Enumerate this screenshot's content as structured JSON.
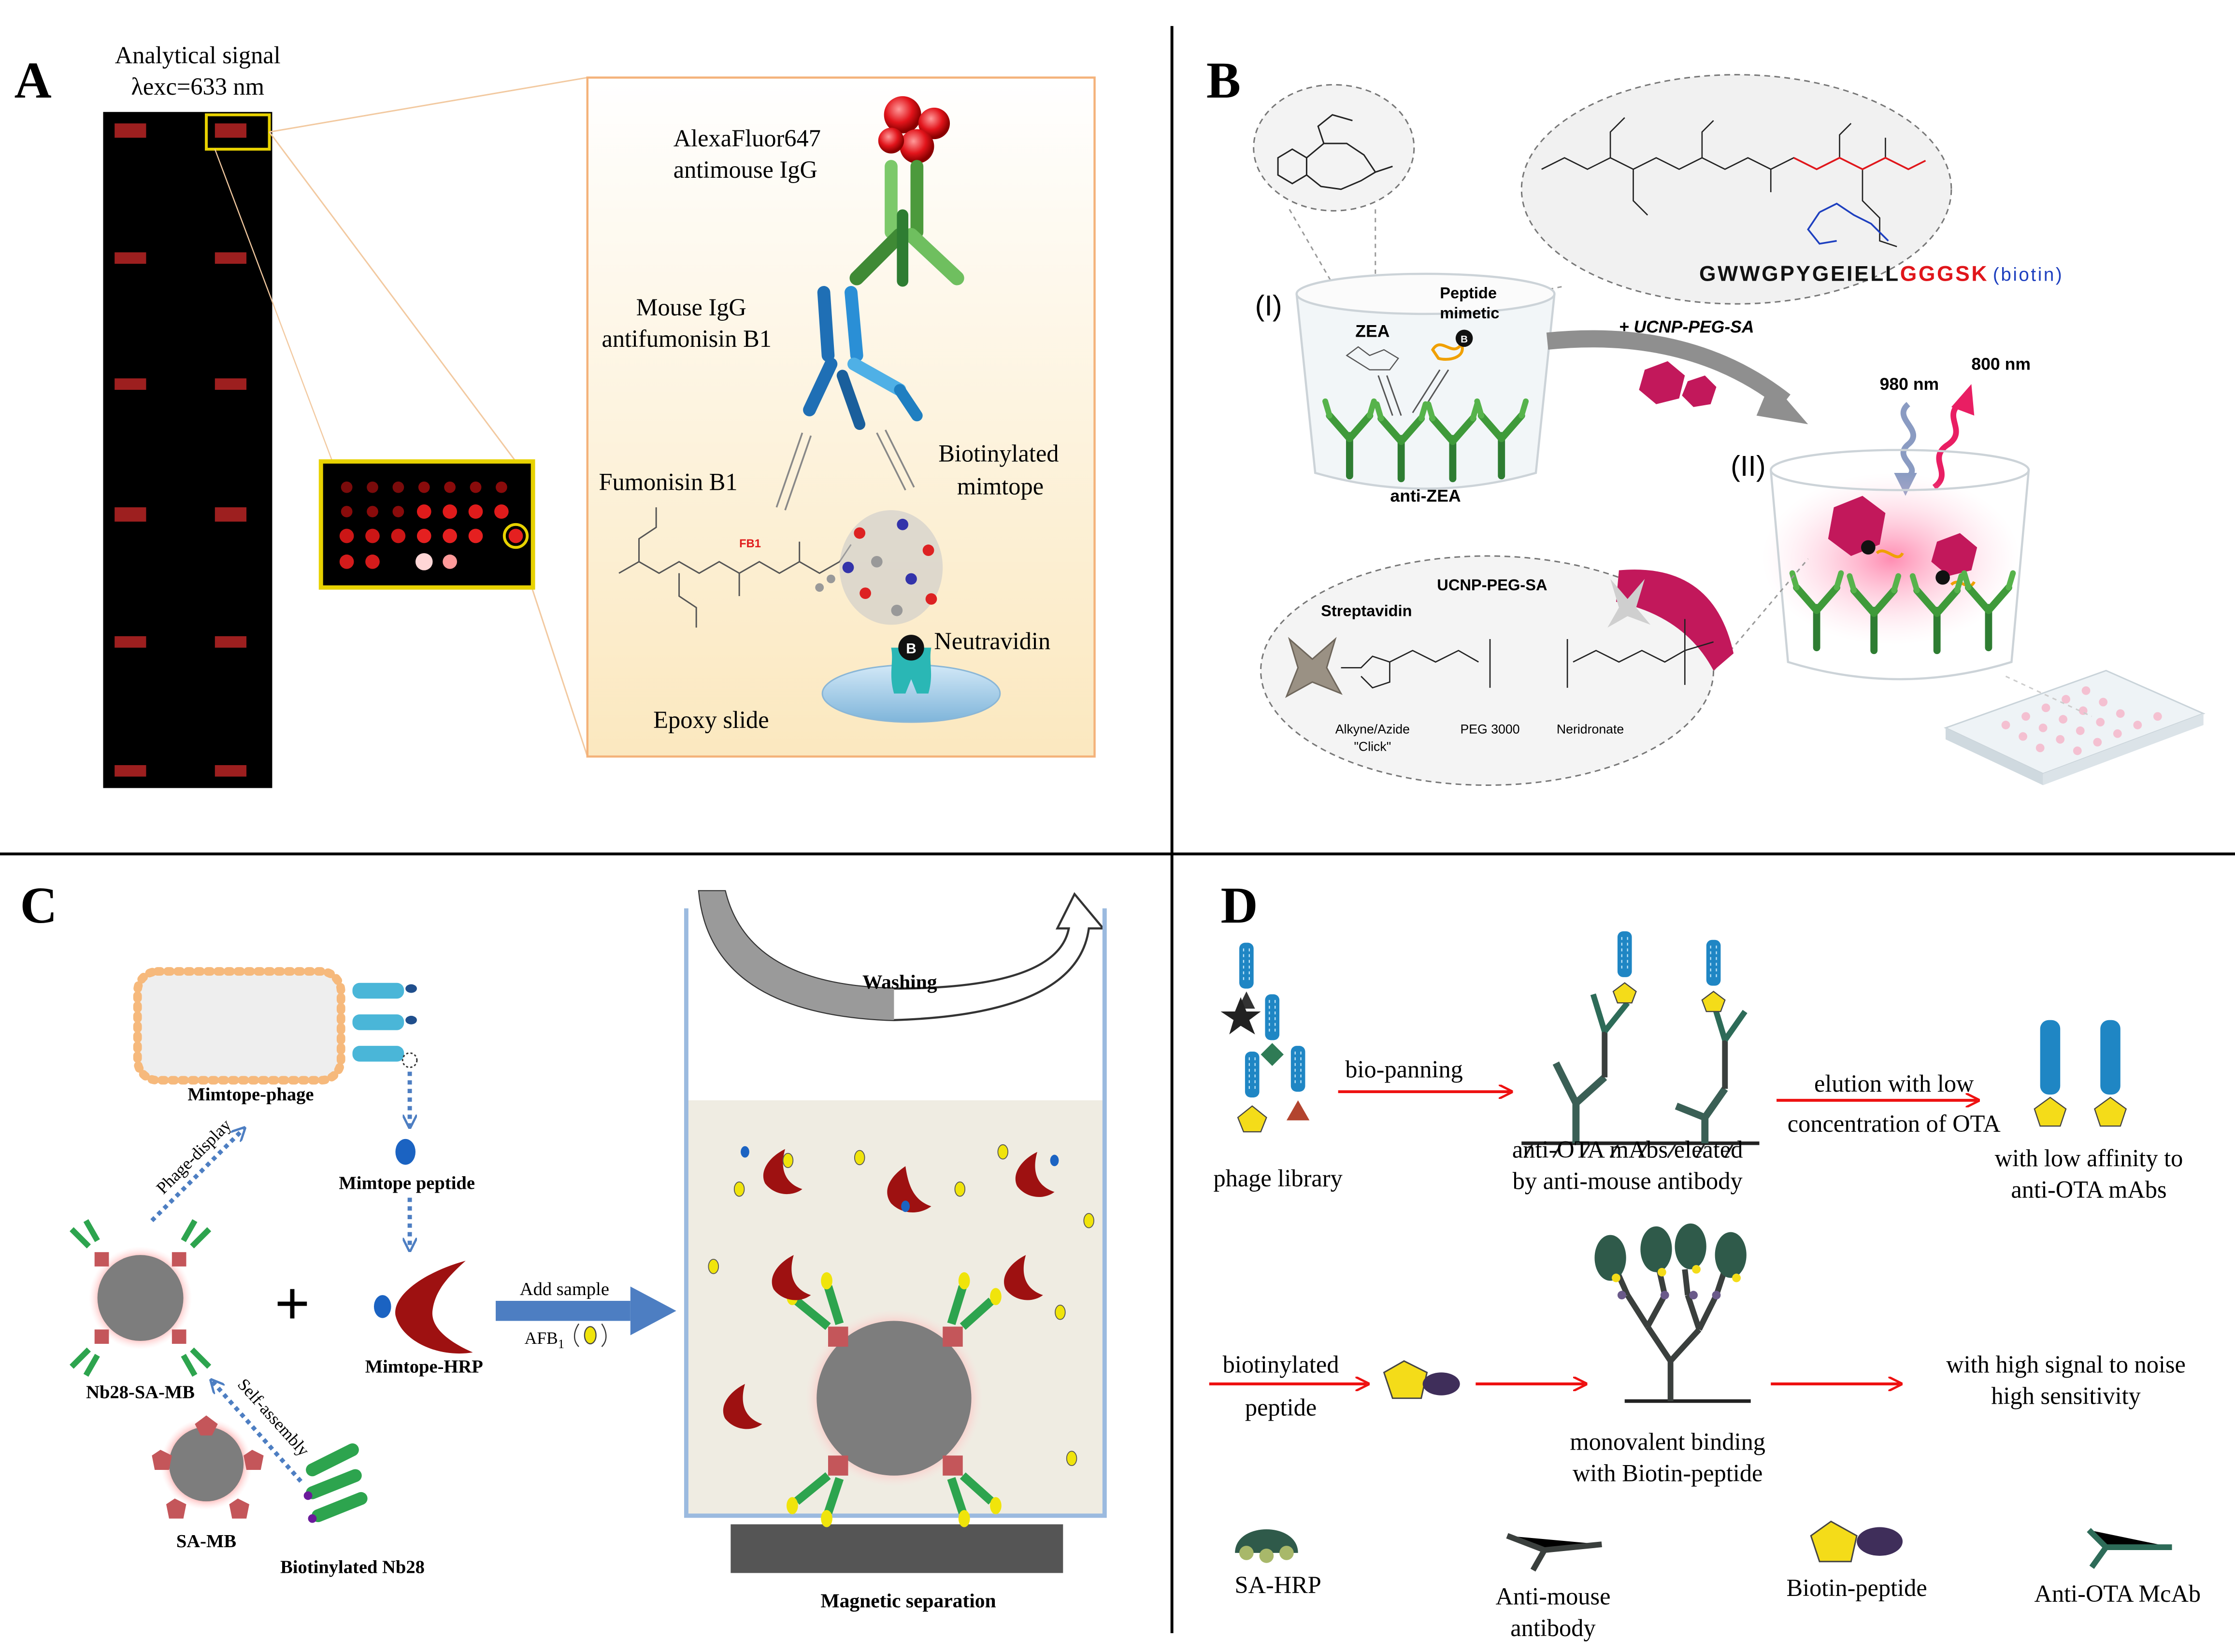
{
  "colors": {
    "antibody_green": "#3f9a3a",
    "antibody_dark": "#34524a",
    "antibody_blue": "#1f7fc1",
    "hrp_red": "#9e1111",
    "arrow_red": "#ee1111",
    "arrow_blue": "#4d7ec2",
    "neutravidin_teal": "#2ab7b5",
    "ucnp_pink": "#d0246b",
    "peptide_red": "#e0161b",
    "biotin_blue": "#1d3fbf",
    "pentagon_yellow": "#f4dc19",
    "sa_hrp_green": "#2f5a4a",
    "bead_grey": "#7d7d7d"
  },
  "panelA": {
    "letter": "A",
    "signal_line1": "Analytical signal",
    "signal_line2": "λexc=633 nm",
    "alexa_line1": "AlexaFluor647",
    "alexa_line2": "antimouse IgG",
    "mouse_line1": "Mouse IgG",
    "mouse_line2": "antifumonisin B1",
    "fumonisin": "Fumonisin B1",
    "fb1_tag": "FB1",
    "biotin_line1": "Biotinylated",
    "biotin_line2": "mimtope",
    "neutravidin": "Neutravidin",
    "epoxy": "Epoxy slide",
    "b_badge": "B"
  },
  "panelB": {
    "letter": "B",
    "label_I": "(I)",
    "label_II": "(II)",
    "zea": "ZEA",
    "peptide_line1": "Peptide",
    "peptide_line2": "mimetic",
    "anti_zea": "anti-ZEA",
    "ucnp_arrow": "+ UCNP-PEG-SA",
    "nm980": "980 nm",
    "nm800": "800 nm",
    "seq_black": "GWWGPYGEIELL",
    "seq_red": "GGGSK",
    "seq_blue": "(biotin)",
    "ucnp_title": "UCNP-PEG-SA",
    "streptavidin": "Streptavidin",
    "click_line1": "Alkyne/Azide",
    "click_line2": "\"Click\"",
    "peg": "PEG 3000",
    "neridronate": "Neridronate",
    "b_badge": "B"
  },
  "panelC": {
    "letter": "C",
    "washing": "Washing",
    "mimtope_phage": "Mimtope-phage",
    "phage_display": "Phage-display",
    "mimtope_peptide": "Mimtope peptide",
    "mimtope_hrp": "Mimtope-HRP",
    "nb28_sa_mb": "Nb28-SA-MB",
    "self_assembly": "Self-assembly",
    "sa_mb": "SA-MB",
    "biotinylated_nb28": "Biotinylated Nb28",
    "add_sample": "Add sample",
    "afb1": "AFB",
    "afb1_sub": "1",
    "plus": "+",
    "magnetic": "Magnetic separation"
  },
  "panelD": {
    "letter": "D",
    "phage_library": "phage library",
    "bio_panning": "bio-panning",
    "mabs_line1": "anti-OTA mAbs eleated",
    "mabs_line2": "by anti-mouse antibody",
    "elution_line1": "elution with low",
    "elution_line2": "concentration of OTA",
    "low_aff_line1": "with low affinity to",
    "low_aff_line2": "anti-OTA mAbs",
    "biotinylated": "biotinylated",
    "peptide": "peptide",
    "monovalent_line1": "monovalent binding",
    "monovalent_line2": "with Biotin-peptide",
    "high_line1": "with high signal to noise",
    "high_line2": "high sensitivity",
    "legend_sa_hrp": "SA-HRP",
    "legend_anti_mouse_line1": "Anti-mouse",
    "legend_anti_mouse_line2": "antibody",
    "legend_biotin_peptide": "Biotin-peptide",
    "legend_anti_ota": "Anti-OTA McAb"
  }
}
